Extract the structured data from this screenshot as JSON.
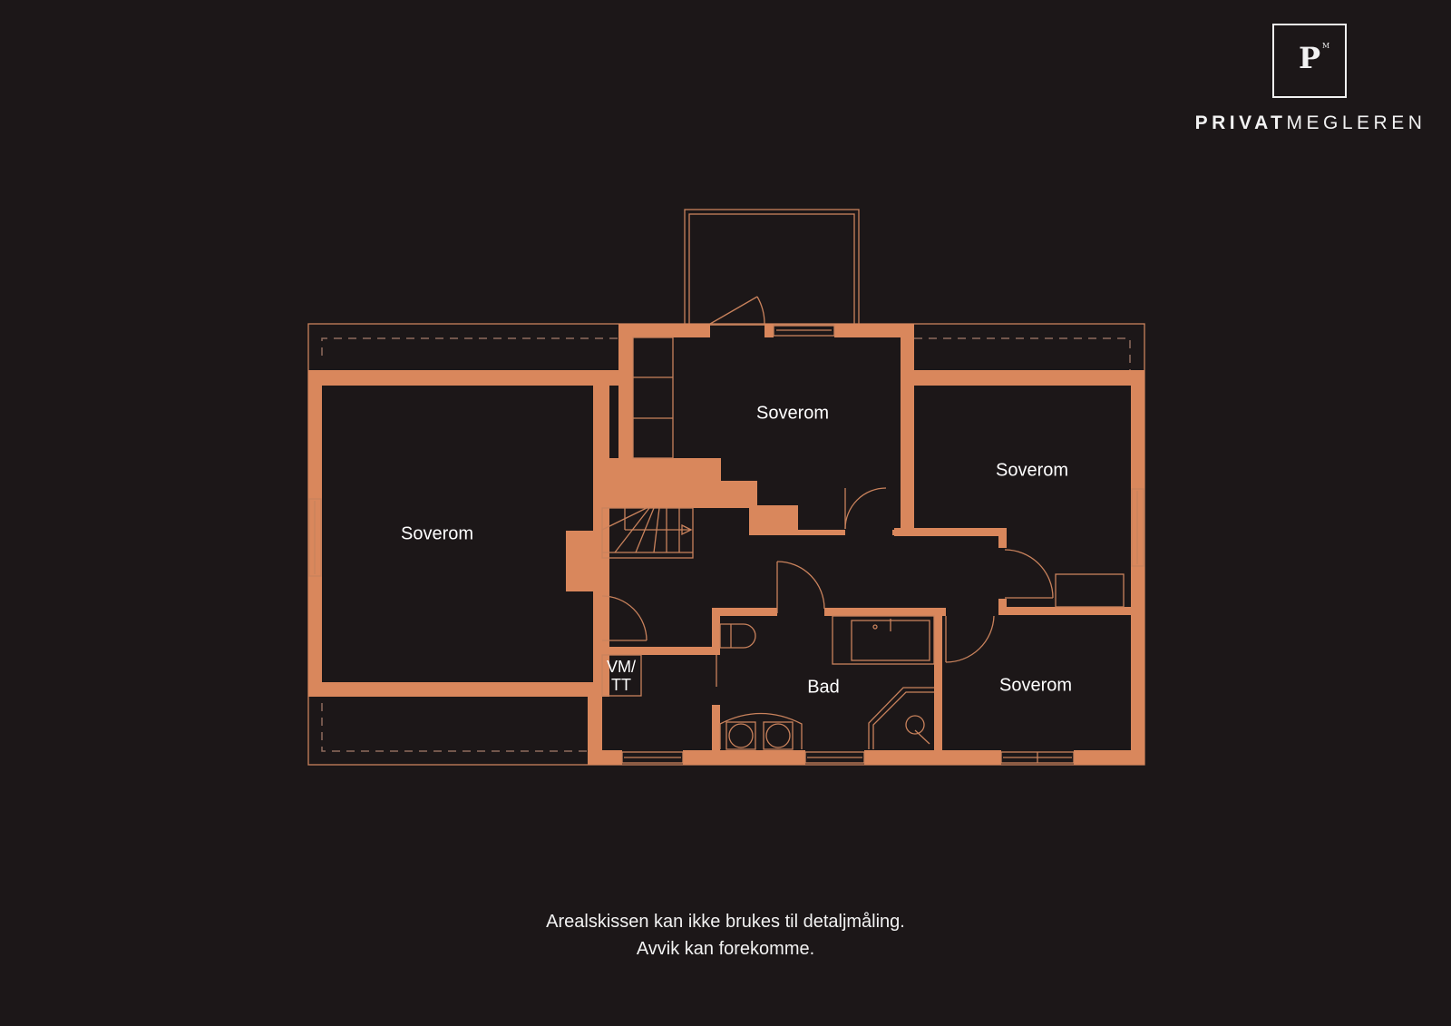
{
  "logo": {
    "monogram": "P",
    "monogram_superscript": "M",
    "brand_bold": "PRIVAT",
    "brand_light": "MEGLEREN"
  },
  "colors": {
    "background": "#1c1718",
    "wall": "#d9875c",
    "line": "#c9825c",
    "text": "#ffffff"
  },
  "floorplan": {
    "rooms": [
      {
        "id": "bedroom-left",
        "label": "Soverom"
      },
      {
        "id": "bedroom-top-center",
        "label": "Soverom"
      },
      {
        "id": "bedroom-right-upper",
        "label": "Soverom"
      },
      {
        "id": "bedroom-right-lower",
        "label": "Soverom"
      },
      {
        "id": "bathroom",
        "label": "Bad"
      },
      {
        "id": "utility",
        "label_line1": "VM/",
        "label_line2": "TT"
      }
    ]
  },
  "disclaimer": {
    "line1": "Arealskissen kan ikke brukes til detaljmåling.",
    "line2": "Avvik kan forekomme."
  }
}
